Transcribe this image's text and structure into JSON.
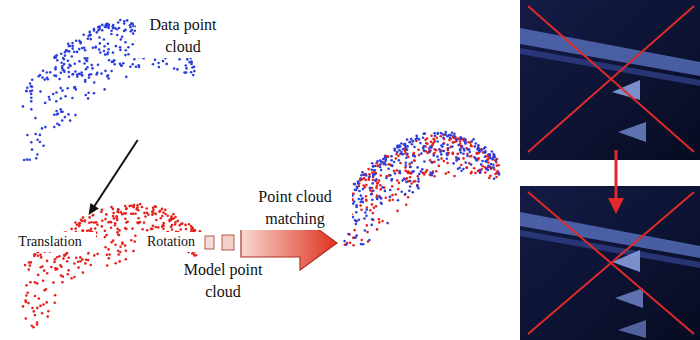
{
  "diagram": {
    "nodes": [
      {
        "text": [
          "Data point cloud"
        ]
      },
      {
        "text": [
          "Model point cloud"
        ]
      }
    ],
    "edges": [
      {
        "from": 0,
        "to": 1,
        "arrow": "to",
        "label": "Translation"
      }
    ],
    "labels": [
      "Rotation",
      "Point cloud matching"
    ]
  }
}
